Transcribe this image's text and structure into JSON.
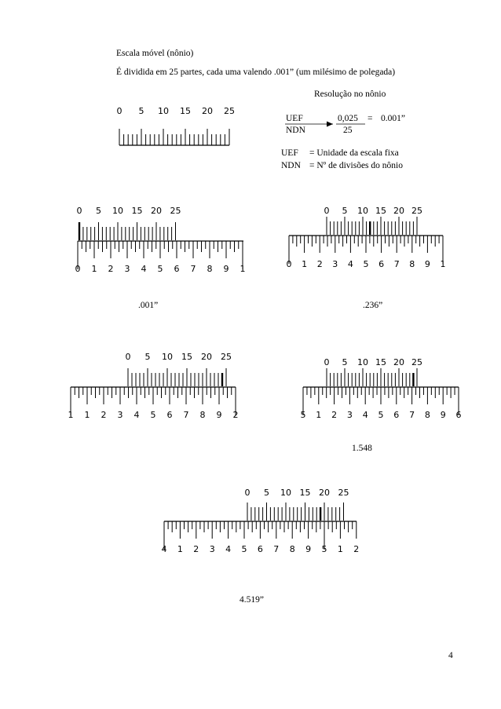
{
  "header": {
    "title": "Escala móvel (nônio)",
    "description": "É dividida em 25 partes, cada uma valendo .001” (um milésimo de polegada)"
  },
  "resolution": {
    "title": "Resolução no nônio",
    "numerator_label": "UEF",
    "denominator_label": "NDN",
    "numerator_value": "0,025",
    "equals": "=",
    "result": "0.001”",
    "denominator_value": "25"
  },
  "legend": {
    "uef_abbr": "UEF",
    "uef_text": "= Unidade da escala fixa",
    "ndn_abbr": "NDN",
    "ndn_text": "= Nº de divisões do nônio"
  },
  "vernier_labels": [
    "0",
    "5",
    "10",
    "15",
    "20",
    "25"
  ],
  "readings": [
    {
      "fixed_labels": [
        "0",
        "1",
        "2",
        "3",
        "4",
        "5",
        "6",
        "7",
        "8",
        "9",
        "1"
      ],
      "reading": ".001”"
    },
    {
      "fixed_labels": [
        "0",
        "1",
        "2",
        "3",
        "4",
        "5",
        "6",
        "7",
        "8",
        "9",
        "1"
      ],
      "reading": ".236”"
    },
    {
      "fixed_labels": [
        "1",
        "1",
        "2",
        "3",
        "4",
        "5",
        "6",
        "7",
        "8",
        "9",
        "2"
      ],
      "reading": ""
    },
    {
      "fixed_labels": [
        "5",
        "1",
        "2",
        "3",
        "4",
        "5",
        "6",
        "7",
        "8",
        "9",
        "6"
      ],
      "reading": "1.548"
    },
    {
      "fixed_labels": [
        "4",
        "1",
        "2",
        "3",
        "4",
        "5",
        "6",
        "7",
        "8",
        "9",
        "5",
        "1",
        "2"
      ],
      "reading": "4.519”"
    }
  ],
  "page_number": "4"
}
